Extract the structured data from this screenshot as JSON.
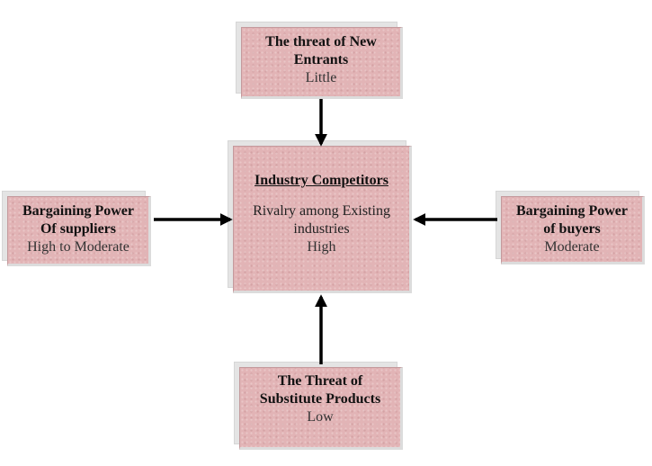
{
  "diagram": {
    "top": {
      "title_line1": "The threat of New",
      "title_line2": "Entrants",
      "rating": "Little"
    },
    "left": {
      "title_line1": "Bargaining Power",
      "title_line2": "Of suppliers",
      "rating": "High to Moderate"
    },
    "center": {
      "title": "Industry Competitors",
      "desc_line1": "Rivalry among Existing",
      "desc_line2": "industries",
      "rating": "High"
    },
    "right": {
      "title_line1": "Bargaining Power",
      "title_line2": "of buyers",
      "rating": "Moderate"
    },
    "bottom": {
      "title_line1": "The Threat of",
      "title_line2": "Substitute Products",
      "rating": "Low"
    },
    "colors": {
      "box_fill": "#e2b4b6",
      "arrow": "#000000"
    }
  }
}
